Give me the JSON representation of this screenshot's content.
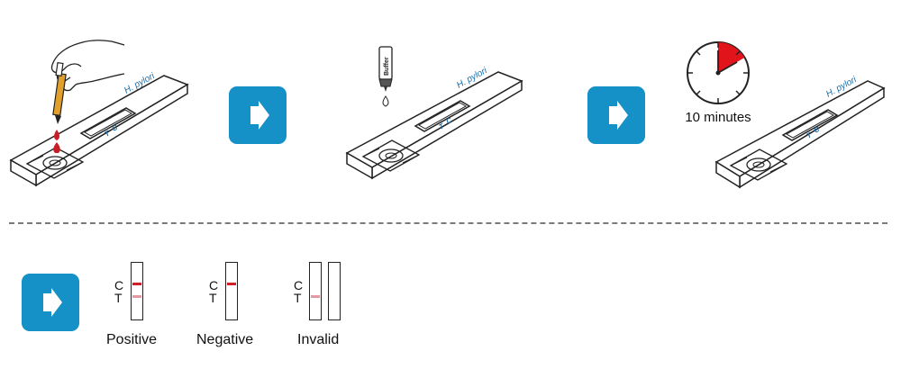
{
  "steps": [
    {
      "kit_label": "H. pylori",
      "window_c": "C",
      "window_t": "T"
    },
    {
      "kit_label": "H. pylori",
      "window_c": "C",
      "window_t": "T",
      "bottle_label": "Buffer"
    },
    {
      "kit_label": "H. pylori",
      "window_c": "C",
      "window_t": "T",
      "timer_label": "10 minutes",
      "timer_fraction": 0.167
    }
  ],
  "results": [
    {
      "label": "Positive",
      "c": "C",
      "t": "T",
      "c_line": true,
      "t_line": true
    },
    {
      "label": "Negative",
      "c": "C",
      "t": "T",
      "c_line": true,
      "t_line": false
    },
    {
      "label": "Invalid",
      "c": "C",
      "t": "T",
      "c_line": false,
      "t_line": true
    }
  ],
  "colors": {
    "accent": "#1591c8",
    "line_strong": "#d11f27",
    "line_faint": "#e39aa0",
    "kit_text": "#1c6fad",
    "timer": "#e1141c"
  },
  "icons": {
    "arrow": "arrow-right-icon",
    "hand": "hand-dropper-icon",
    "bottle": "buffer-bottle-icon",
    "timer": "timer-icon"
  }
}
